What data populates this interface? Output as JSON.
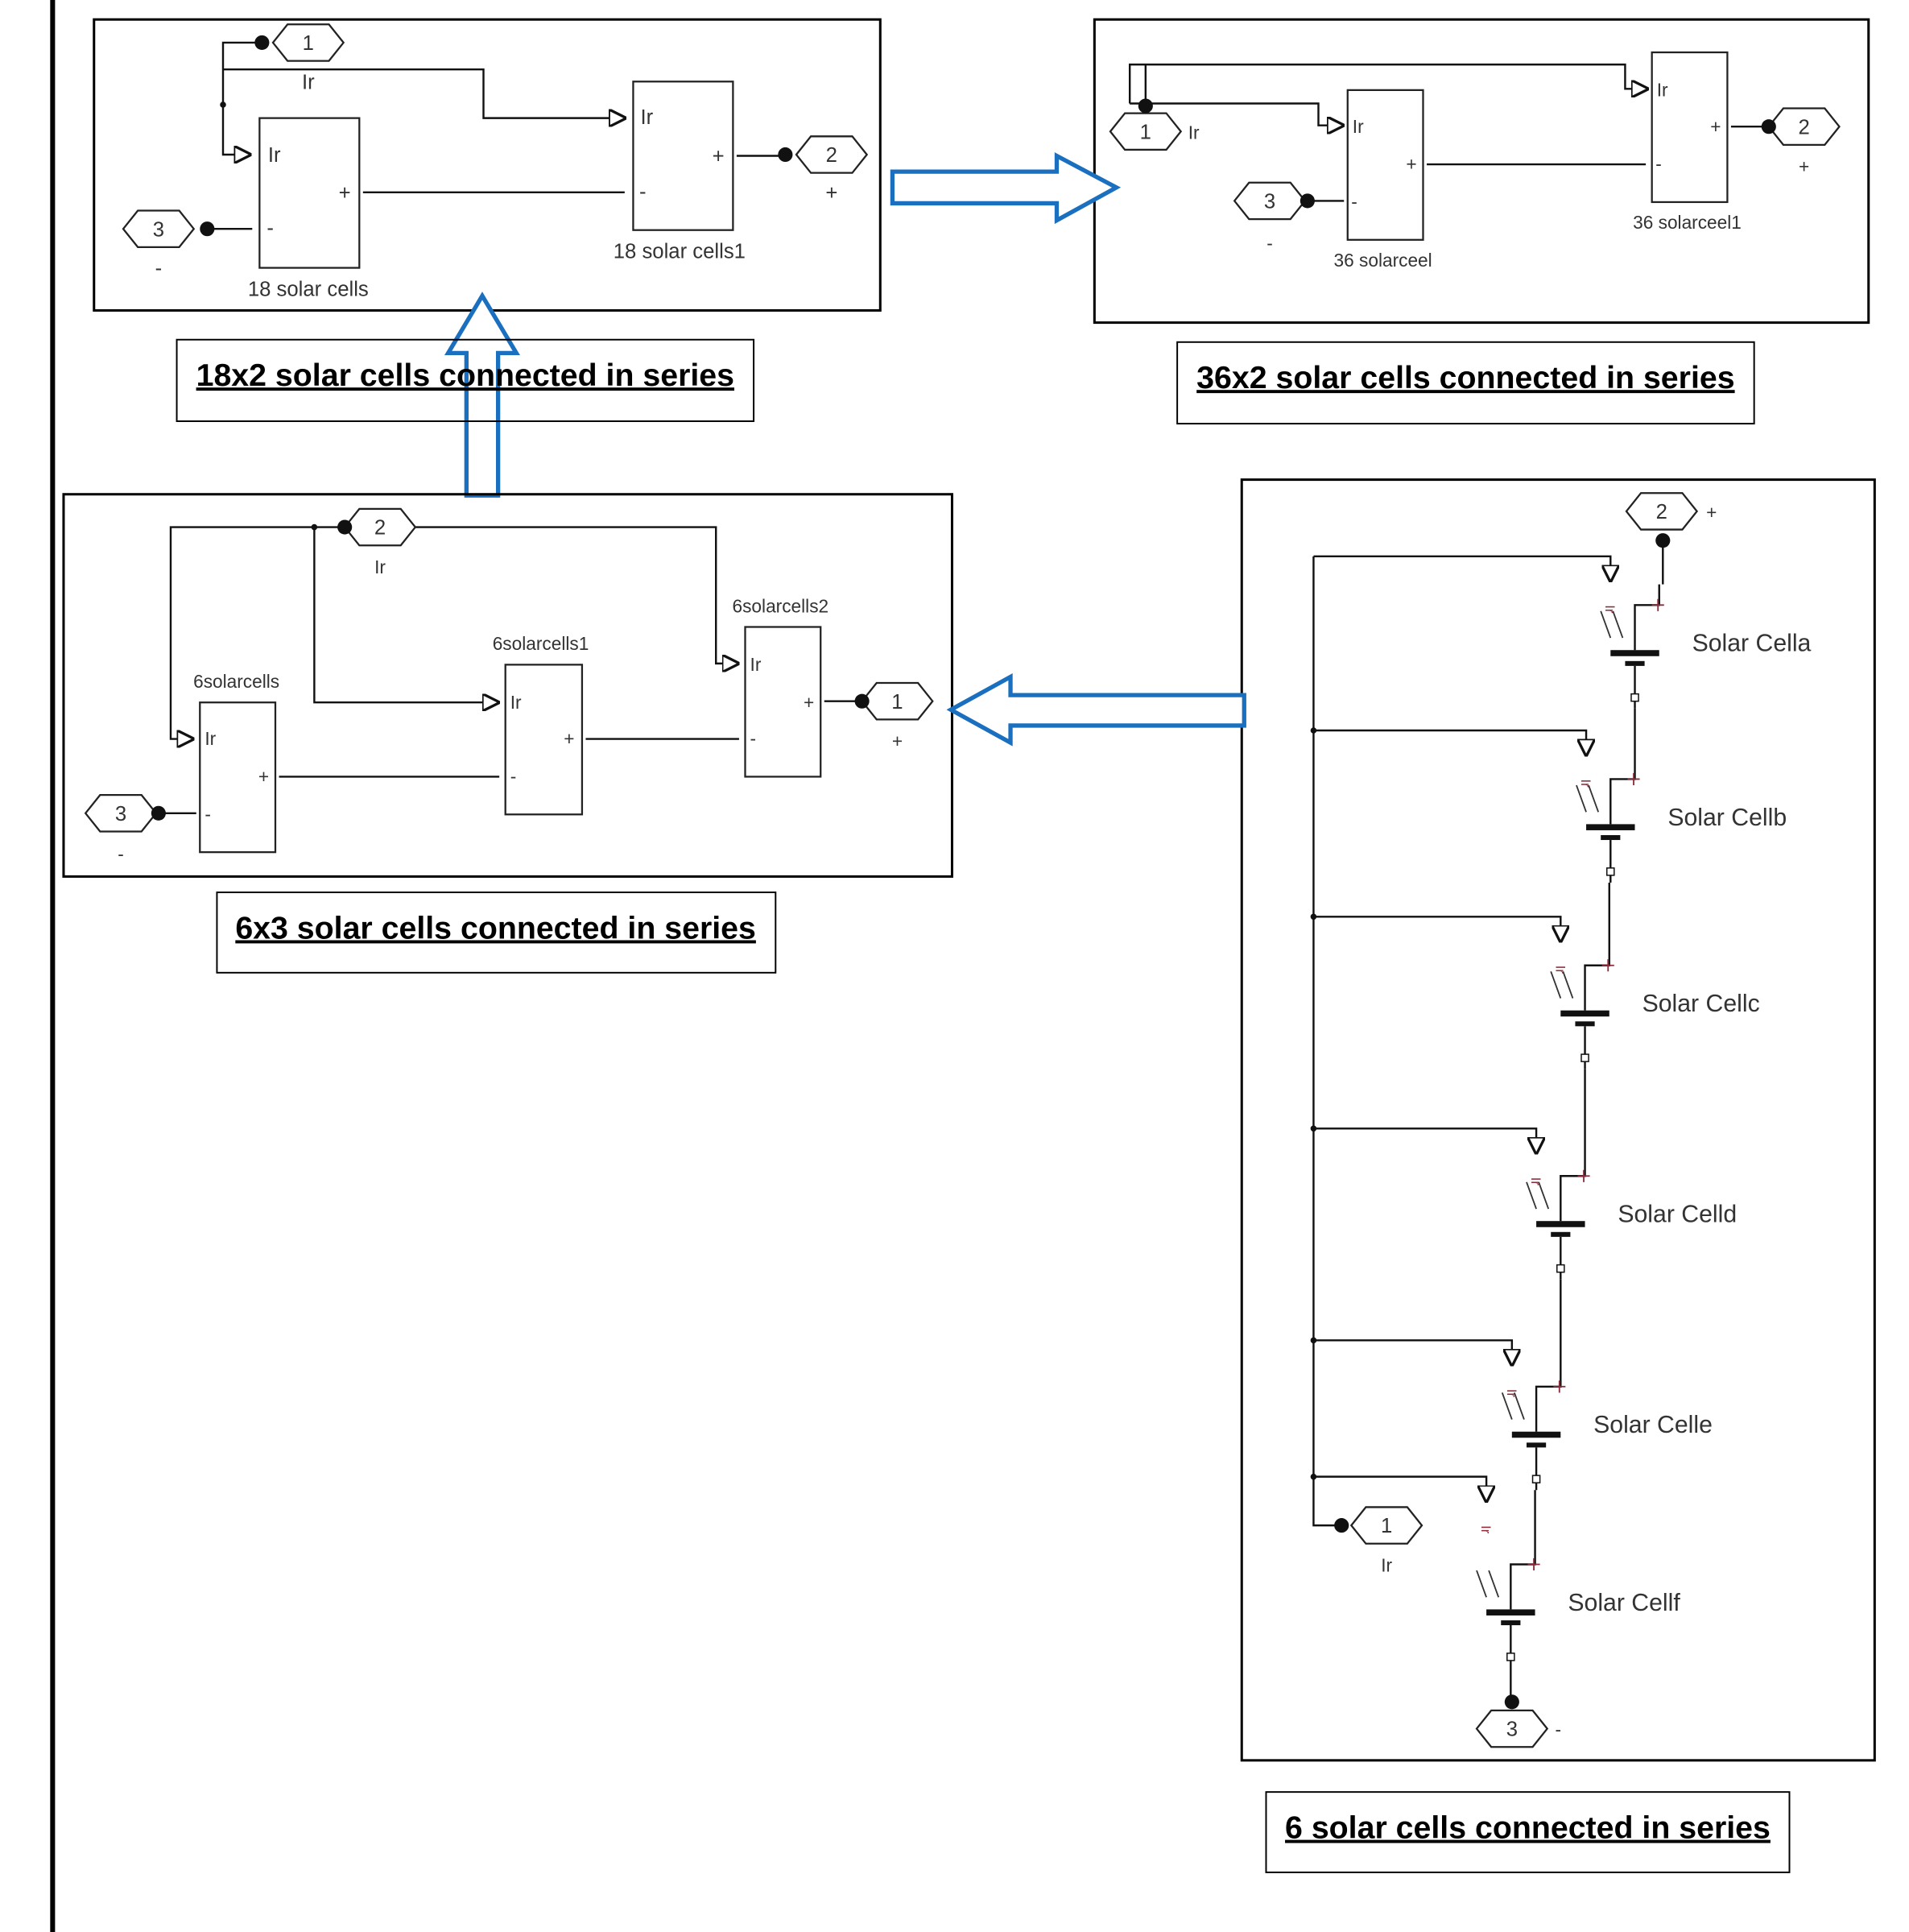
{
  "colors": {
    "arrow": "#1a6fbf",
    "lines": "#111111",
    "cell_terminal": "#8a2a3a"
  },
  "panel_18x2": {
    "caption": "18x2 solar cells connected in series",
    "block1": "18 solar cells",
    "block2": "18 solar cells1",
    "port_in1": "1",
    "port_out2": "2",
    "port_in3": "3",
    "ir_label": "Ir",
    "plus": "+",
    "minus": "-"
  },
  "panel_36x2": {
    "caption": "36x2 solar cells connected in series",
    "block1": "36 solarceel",
    "block2": "36 solarceel1",
    "port_in1": "1",
    "port_out2": "2",
    "port_in3": "3",
    "ir_label": "Ir",
    "plus": "+",
    "minus": "-"
  },
  "panel_6x3": {
    "caption": "6x3 solar cells connected in series",
    "block1": "6solarcells",
    "block2": "6solarcells1",
    "block3": "6solarcells2",
    "port_in2": "2",
    "port_out1": "1",
    "port_in3": "3",
    "ir_label": "Ir",
    "plus": "+",
    "minus": "-"
  },
  "panel_6": {
    "caption": "6 solar cells connected in series",
    "cells": [
      "Solar Cella",
      "Solar Cellb",
      "Solar Cellc",
      "Solar Celld",
      "Solar Celle",
      "Solar Cellf"
    ],
    "port_out2": "2",
    "port_in1": "1",
    "port_in3": "3",
    "ir_label": "Ir",
    "plus": "+",
    "minus": "-",
    "cell_ir": "Ir"
  },
  "arrows": [
    "arrow-up",
    "arrow-right",
    "arrow-left"
  ]
}
